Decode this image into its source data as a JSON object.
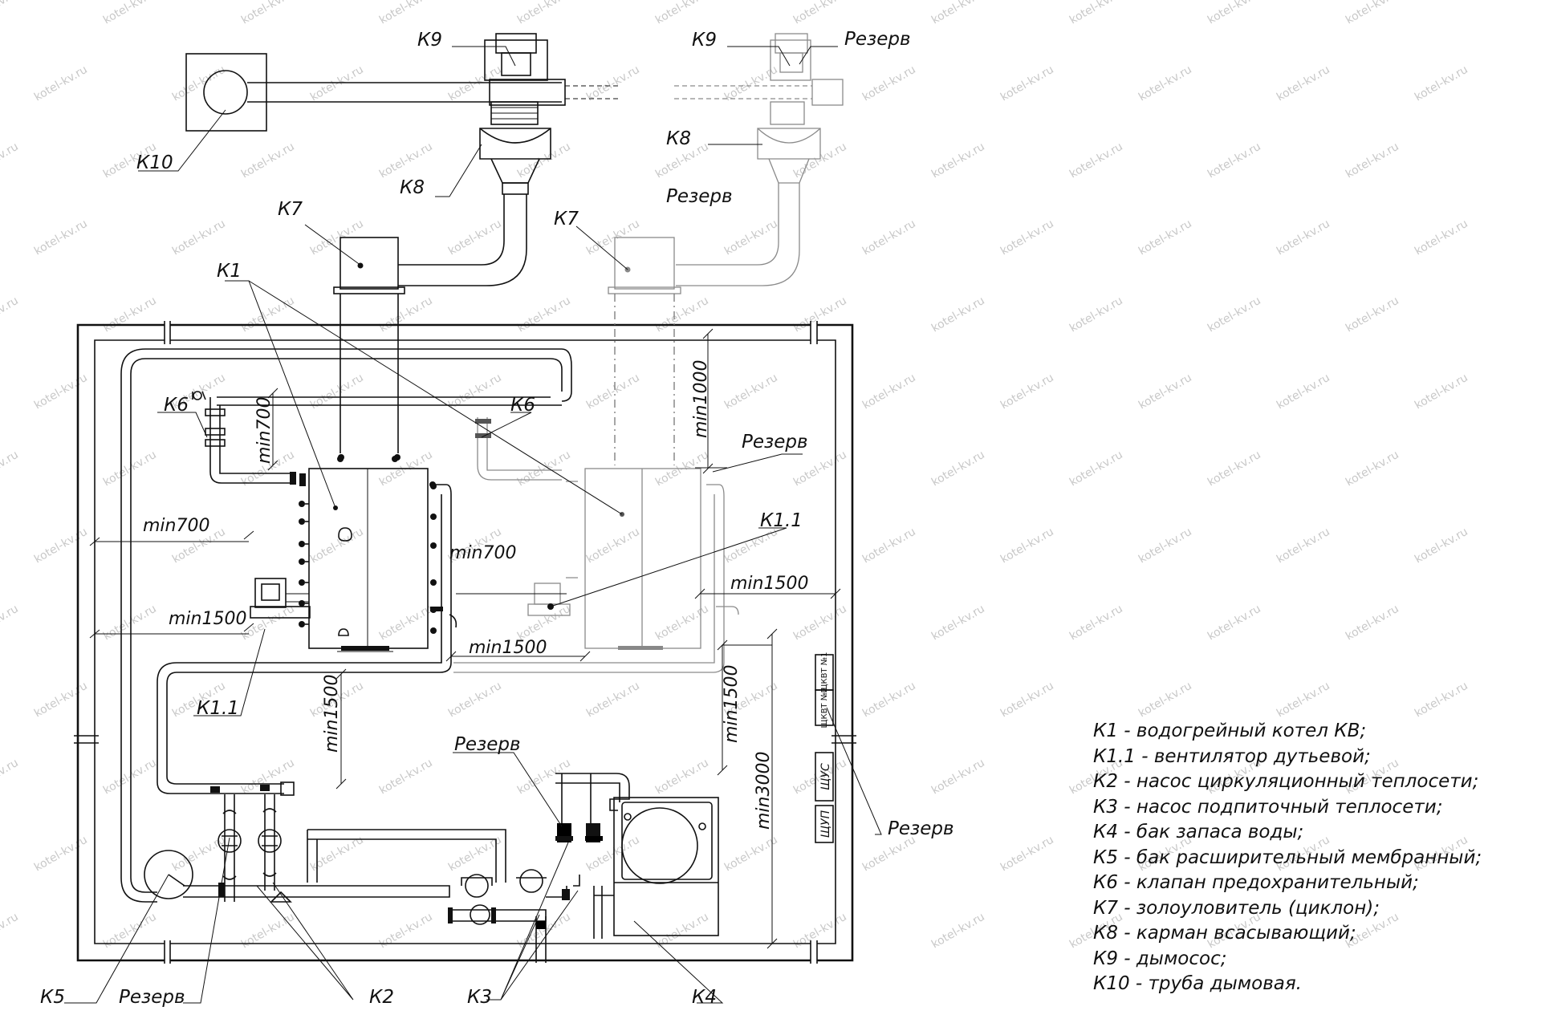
{
  "watermark": "kotel-kv.ru",
  "labels": {
    "k9_main": "К9",
    "k9_reserve": "К9",
    "reserve_k9": "Резерв",
    "k10": "К10",
    "k8_main": "К8",
    "k8_reserve": "К8",
    "k7_main": "К7",
    "k7_reserve": "К7",
    "reserve_k7": "Резерв",
    "k1": "К1",
    "k6_left": "К6",
    "k6_right": "К6",
    "reserve_boiler": "Резерв",
    "k1_1_right": "К1.1",
    "k1_1_left": "К1.1",
    "reserve_pumps": "Резерв",
    "reserve_cabinet": "Резерв",
    "k5": "К5",
    "reserve_bottom": "Резерв",
    "k2": "К2",
    "k3": "К3",
    "k4": "К4"
  },
  "dimensions": {
    "min700_a": "min700",
    "min700_b": "min700",
    "min700_c": "min700",
    "min1000": "min1000",
    "min1500_a": "min1500",
    "min1500_b": "min1500",
    "min1500_c": "min1500",
    "min1500_d": "min1500",
    "min1500_e": "min1500",
    "min3000": "min3000"
  },
  "cabinets": {
    "shchkvt1": "ЩКВТ №1",
    "shchkvt2": "ЩКВТ №2",
    "shchus": "ЩУС",
    "shchup": "ЩУП"
  },
  "legend": [
    "К1 - водогрейный котел КВ;",
    "К1.1 - вентилятор дутьевой;",
    "К2 - насос циркуляционный теплосети;",
    "К3 - насос подпиточный теплосети;",
    "К4 - бак запаса воды;",
    "К5 - бак расширительный мембранный;",
    "К6 - клапан предохранительный;",
    "К7 - золоуловитель (циклон);",
    "К8 - карман всасывающий;",
    "К9 - дымосос;",
    "К10 - труба дымовая."
  ]
}
